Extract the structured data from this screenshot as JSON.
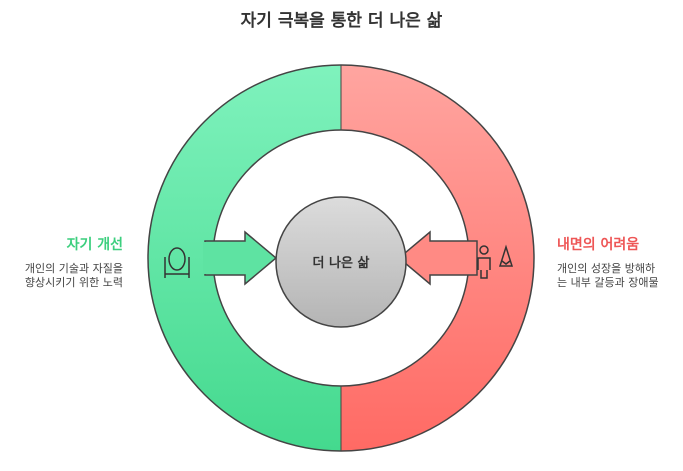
{
  "title": "자기 극복을 통한 더 나은 삶",
  "center": {
    "label": "더 나은 삶"
  },
  "left": {
    "title": "자기 개선",
    "desc_line1": "개인의 기술과 자질을",
    "desc_line2": "향상시키기 위한 노력",
    "icon": "mirror-icon",
    "color": "#4fe09a"
  },
  "right": {
    "title": "내면의 어려움",
    "desc_line1": "개인의 성장을 방해하",
    "desc_line2": "는 내부 갈등과 장애물",
    "icon": "person-mountain-icon",
    "color": "#ff6b6b"
  }
}
